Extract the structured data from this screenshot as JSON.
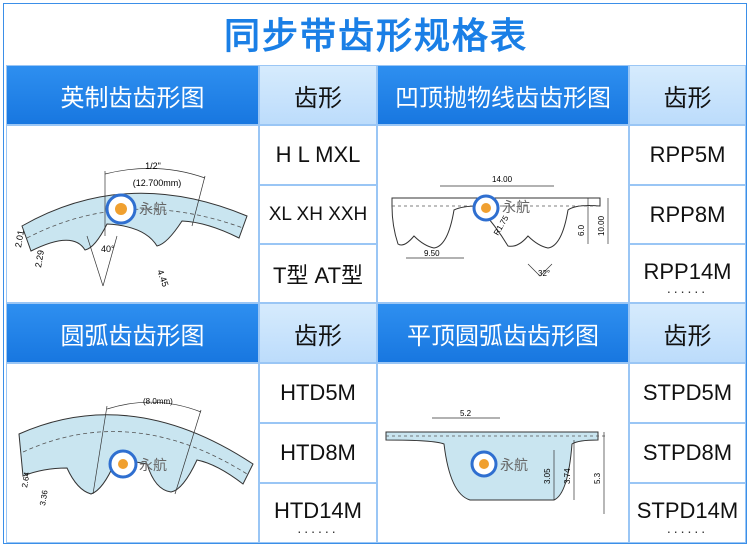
{
  "title": "同步带齿形规格表",
  "sections": [
    {
      "header": "英制齿齿形图",
      "side_header": "齿形",
      "rows": [
        "H L MXL",
        "XL XH XXH",
        "T型 AT型"
      ],
      "diagram": {
        "pitch": "1/2\"",
        "pitch_mm": "(12.700mm)",
        "h1": "2.01",
        "h2": "2.29",
        "angle": "40°",
        "w": "4.45"
      }
    },
    {
      "header": "凹顶抛物线齿齿形图",
      "side_header": "齿形",
      "rows": [
        "RPP5M",
        "RPP8M",
        "RPP14M"
      ],
      "diagram": {
        "top": "14.00",
        "bottom": "9.50",
        "r": "R1.75",
        "h1": "6.0",
        "h2": "10.00",
        "angle": "32°"
      }
    },
    {
      "header": "圆弧齿齿形图",
      "side_header": "齿形",
      "rows": [
        "HTD5M",
        "HTD8M",
        "HTD14M"
      ],
      "diagram": {
        "pitch": "(8.0mm)",
        "h1": "2.64",
        "h2": "3.36"
      }
    },
    {
      "header": "平顶圆弧齿齿形图",
      "side_header": "齿形",
      "rows": [
        "STPD5M",
        "STPD8M",
        "STPD14M"
      ],
      "diagram": {
        "top": "5.2",
        "h1": "3.05",
        "h2": "3.74",
        "h3": "5.3"
      }
    }
  ],
  "watermark": "永航",
  "more": "......",
  "colors": {
    "accent": "#1a7fe6",
    "header": "#1f80e8",
    "side": "#cfe6fc",
    "border": "#9ac6f5",
    "belt": "#c9e5f0"
  }
}
